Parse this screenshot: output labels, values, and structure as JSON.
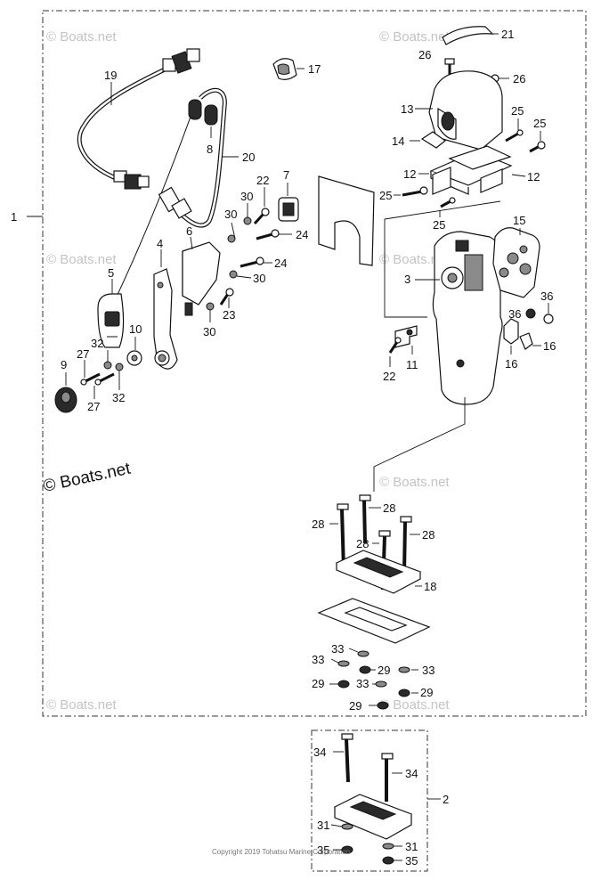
{
  "watermark": "© Boats.net",
  "watermark_main": "© Boats.net",
  "copyright": "Copyright 2019 Tohatsu Marine Corporation",
  "callouts": {
    "c1": "1",
    "c2": "2",
    "c3": "3",
    "c4": "4",
    "c5": "5",
    "c6": "6",
    "c7": "7",
    "c8": "8",
    "c9": "9",
    "c10": "10",
    "c11": "11",
    "c12a": "12",
    "c12b": "12",
    "c13": "13",
    "c14": "14",
    "c15": "15",
    "c16a": "16",
    "c16b": "16",
    "c17": "17",
    "c18": "18",
    "c19": "19",
    "c20": "20",
    "c21": "21",
    "c22a": "22",
    "c22b": "22",
    "c23": "23",
    "c24a": "24",
    "c24b": "24",
    "c25a": "25",
    "c25b": "25",
    "c25c": "25",
    "c25d": "25",
    "c26a": "26",
    "c26b": "26",
    "c27a": "27",
    "c27b": "27",
    "c28a": "28",
    "c28b": "28",
    "c28c": "28",
    "c28d": "28",
    "c29a": "29",
    "c29b": "29",
    "c29c": "29",
    "c29d": "29",
    "c30a": "30",
    "c30b": "30",
    "c30c": "30",
    "c30d": "30",
    "c31a": "31",
    "c31b": "31",
    "c32a": "32",
    "c32b": "32",
    "c33a": "33",
    "c33b": "33",
    "c33c": "33",
    "c33d": "33",
    "c34a": "34",
    "c34b": "34",
    "c35a": "35",
    "c35b": "35",
    "c36a": "36",
    "c36b": "36"
  }
}
